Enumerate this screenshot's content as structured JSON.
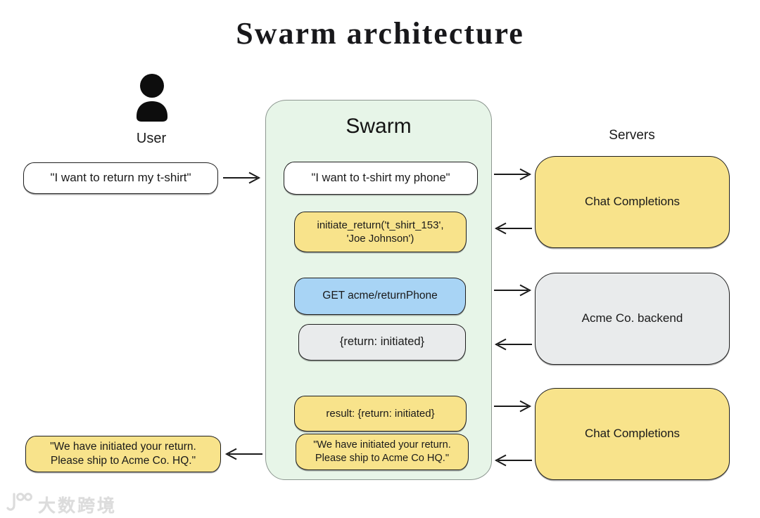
{
  "title": "Swarm architecture",
  "user": {
    "label": "User",
    "message": "\"I want to return my t-shirt\"",
    "reply_line1": "\"We have initiated your return.",
    "reply_line2": "Please ship to Acme Co. HQ.\""
  },
  "swarm": {
    "title": "Swarm",
    "messages": [
      {
        "text": "\"I want to t-shirt my phone\""
      },
      {
        "line1": "initiate_return('t_shirt_153',",
        "line2": "'Joe Johnson')"
      },
      {
        "text": "GET acme/returnPhone"
      },
      {
        "text": "{return: initiated}"
      },
      {
        "text": "result: {return: initiated}"
      },
      {
        "line1": "\"We have initiated your return.",
        "line2": "Please ship to Acme Co HQ.\""
      }
    ]
  },
  "servers": {
    "label": "Servers",
    "boxes": [
      {
        "text": "Chat Completions",
        "color": "yellow"
      },
      {
        "text": "Acme Co. backend",
        "color": "gray"
      },
      {
        "text": "Chat Completions",
        "color": "yellow"
      }
    ]
  },
  "watermark": {
    "text": "大数跨境"
  },
  "colors": {
    "yellow": "#f8e38b",
    "blue": "#a8d4f5",
    "gray": "#e9ebec",
    "green": "#e7f5e8",
    "ink": "#1a1a1a"
  }
}
